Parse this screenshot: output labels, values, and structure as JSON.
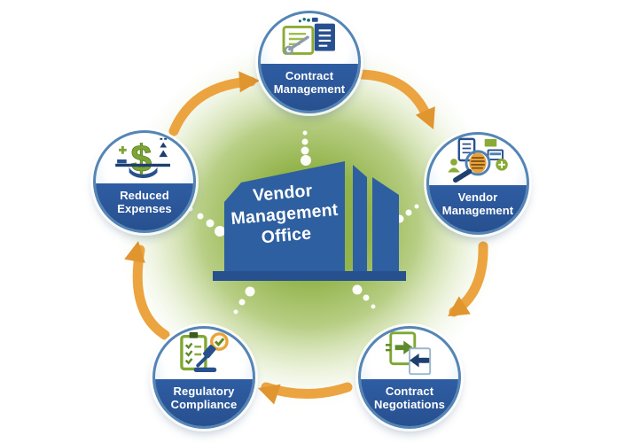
{
  "diagram": {
    "title": "Vendor Management Office",
    "center": {
      "title": "Vendor Management Office",
      "icon": "office-building-icon"
    },
    "nodes": [
      {
        "id": "contract-management",
        "label": "Contract Management",
        "icon": "contract-documents-icon"
      },
      {
        "id": "vendor-management",
        "label": "Vendor Management",
        "icon": "vendor-audit-magnifier-icon"
      },
      {
        "id": "contract-negotiations",
        "label": "Contract Negotiations",
        "icon": "document-exchange-arrows-icon"
      },
      {
        "id": "regulatory-compliance",
        "label": "Regulatory Compliance",
        "icon": "checklist-gavel-icon"
      },
      {
        "id": "reduced-expenses",
        "label": "Reduced Expenses",
        "icon": "dollar-savings-icon"
      }
    ],
    "flow": {
      "direction": "clockwise",
      "connector_style": "dotted-white",
      "arrow_count": 5
    },
    "colors": {
      "node_band_blue": "#27508F",
      "building_blue": "#2E5FA0",
      "ring_blue": "#5585B5",
      "arrow_orange": "#EBA440",
      "glow_green": "#8CAE3F",
      "icon_green": "#7FA335",
      "background": "#FFFFFF"
    }
  }
}
